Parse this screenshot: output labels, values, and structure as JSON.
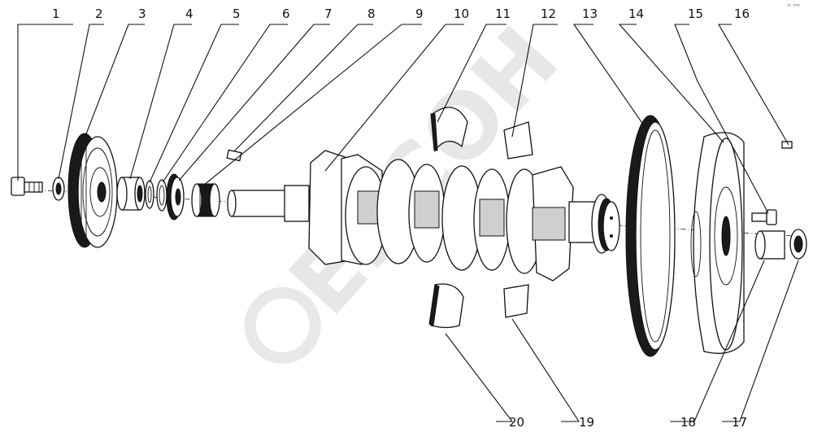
{
  "diagram": {
    "callout_labels": [
      "1",
      "2",
      "3",
      "4",
      "5",
      "6",
      "7",
      "8",
      "9",
      "10",
      "11",
      "12",
      "13",
      "14",
      "15",
      "16",
      "17",
      "18",
      "19",
      "20"
    ],
    "corner_mark": "ᵈᶜ ⁰⁰⁰"
  }
}
